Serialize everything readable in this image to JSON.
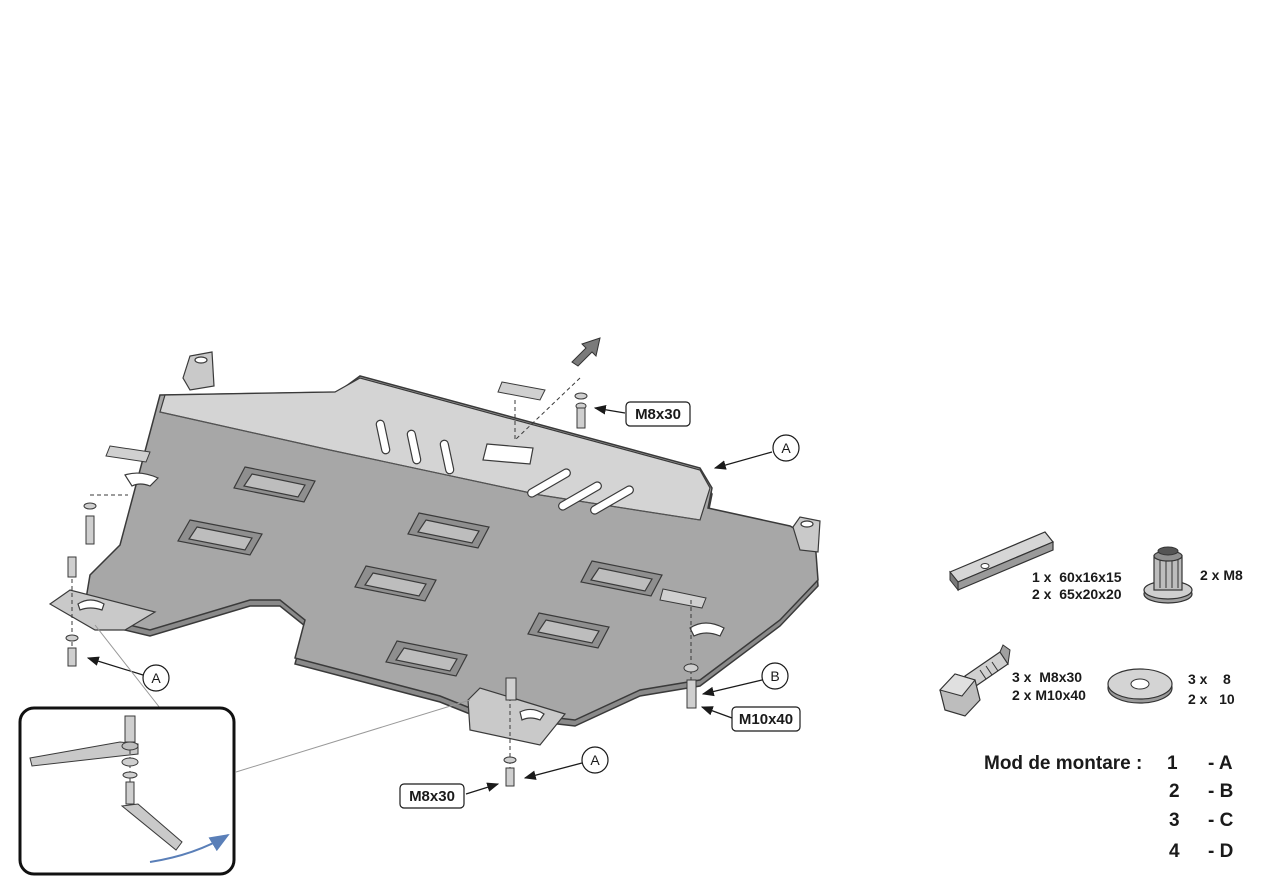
{
  "callouts": {
    "bolt_top": "M8x30",
    "bolt_bottom": "M8x30",
    "bolt_right": "M10x40",
    "letter_a": "A",
    "letter_b": "B"
  },
  "parts": {
    "plate_line1": "1 x  60x16x15",
    "plate_line2": "2 x  65x20x20",
    "nut_label": "2 x M8",
    "bolt_line1": "3 x  M8x30",
    "bolt_line2": "2 x M10x40",
    "washer_line1": "3 x    8",
    "washer_line2": "2 x   10"
  },
  "mounting": {
    "title": "Mod de montare :",
    "rows": [
      {
        "num": "1",
        "code": "- A"
      },
      {
        "num": "2",
        "code": "- B"
      },
      {
        "num": "3",
        "code": "- C"
      },
      {
        "num": "4",
        "code": "- D"
      }
    ]
  },
  "colors": {
    "plate_fill": "#a7a7a7",
    "plate_light": "#d4d4d4",
    "outline": "#3a3a3a",
    "detail_box": "#111111"
  }
}
